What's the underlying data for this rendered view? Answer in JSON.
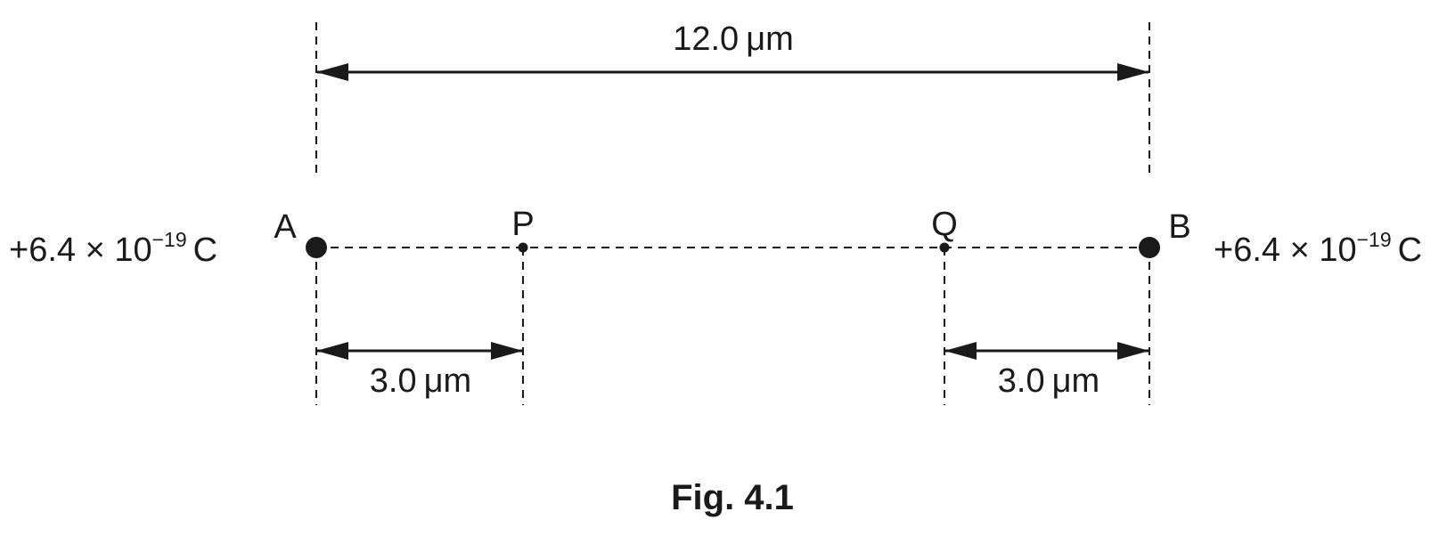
{
  "figure": {
    "caption": "Fig. 4.1",
    "points": {
      "a": "A",
      "b": "B",
      "p": "P",
      "q": "Q"
    },
    "charges": {
      "left": {
        "base": "+6.4 × 10",
        "exponent": "−19",
        "unit": "C"
      },
      "right": {
        "base": "+6.4 × 10",
        "exponent": "−19",
        "unit": "C"
      }
    },
    "distances": {
      "ab": {
        "value": "12.0",
        "unit": "μm"
      },
      "ap": {
        "value": "3.0",
        "unit": "μm"
      },
      "qb": {
        "value": "3.0",
        "unit": "μm"
      }
    }
  }
}
